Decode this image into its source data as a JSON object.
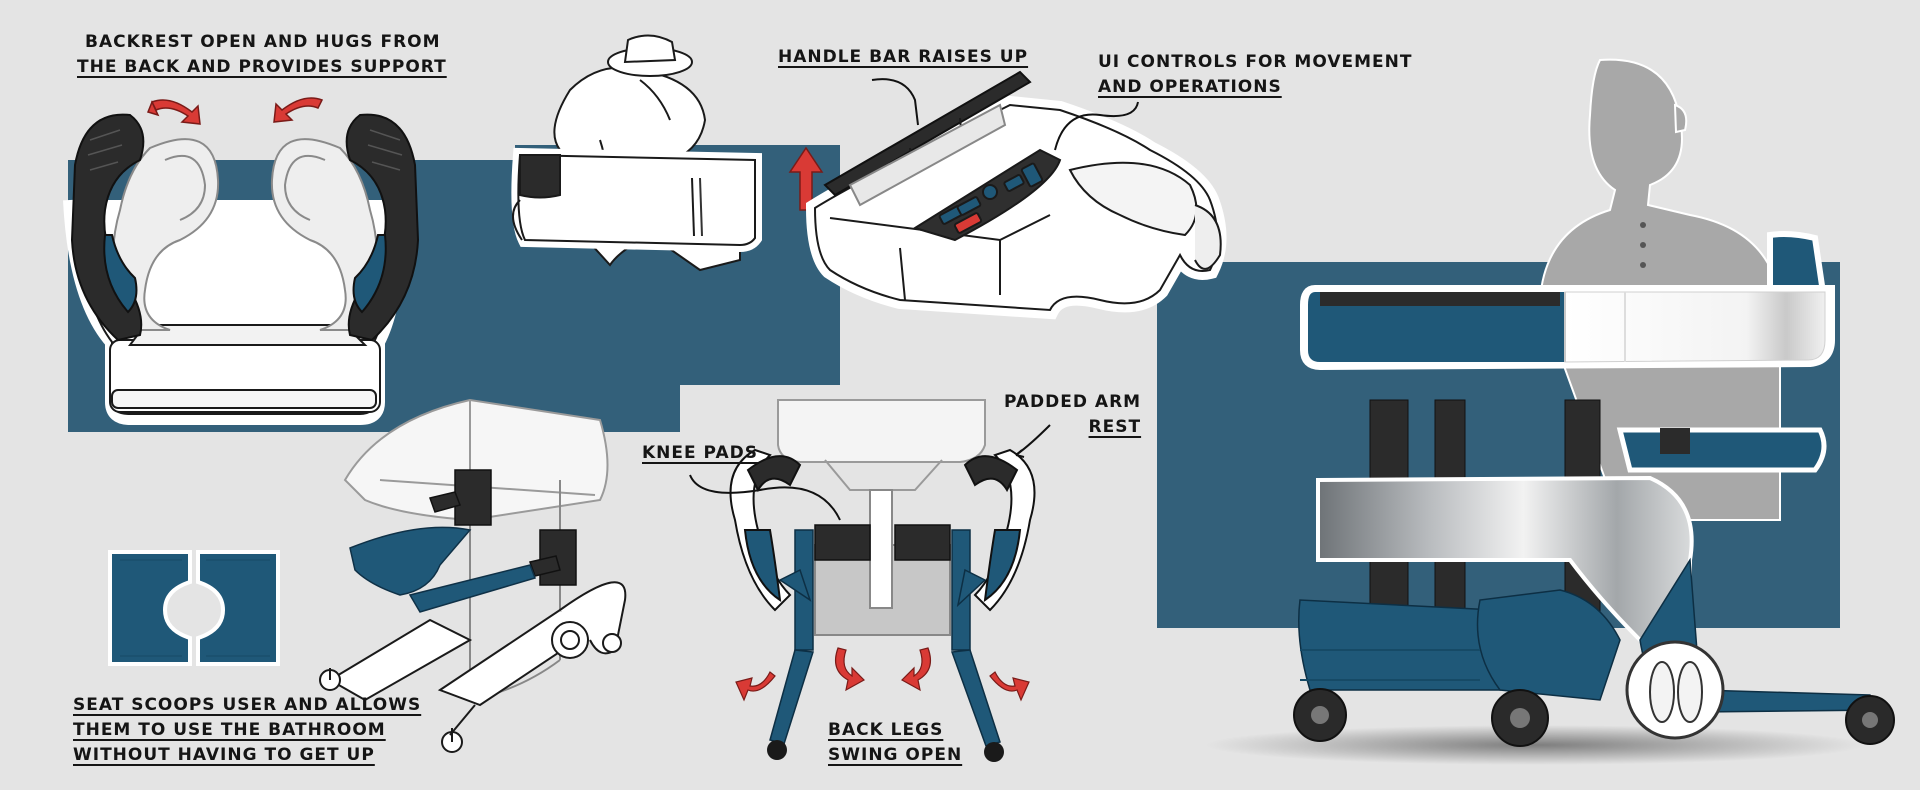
{
  "colors": {
    "background": "#e4e4e4",
    "panel_blue": "#33607a",
    "cushion_blue": "#1f5878",
    "dark_padding": "#2b2b2b",
    "arrow_red": "#d93a35",
    "silhouette_gray": "#a8a8a8",
    "steel": "#b9bcbf"
  },
  "annotations": {
    "backrest": {
      "line1": "BACKREST OPEN AND HUGS FROM",
      "line2": "THE BACK AND PROVIDES  SUPPORT"
    },
    "handle_bar": {
      "line1": "HANDLE BAR RAISES UP"
    },
    "ui_controls": {
      "line1": "UI CONTROLS FOR MOVEMENT",
      "line2": "AND OPERATIONS"
    },
    "padded_arm": {
      "line1": "PADDED ARM",
      "line2": "REST"
    },
    "knee_pads": {
      "line1": "KNEE PADS"
    },
    "seat_scoops": {
      "line1": "SEAT SCOOPS USER AND ALLOWS",
      "line2": "THEM TO USE THE BATHROOM",
      "line3": "WITHOUT HAVING TO GET UP"
    },
    "back_legs": {
      "line1": "BACK LEGS",
      "line2": "SWING OPEN"
    }
  },
  "icons": [
    "curved-arrow-icon",
    "up-arrow-icon",
    "swing-arrow-icon"
  ]
}
